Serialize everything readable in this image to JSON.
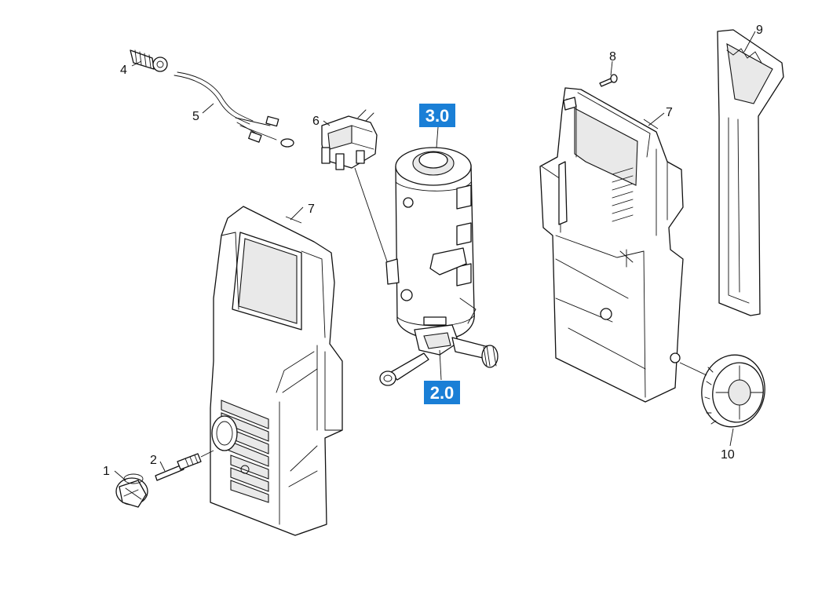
{
  "diagram": {
    "assemblies": [
      "3.0",
      "2.0"
    ],
    "parts": [
      "1",
      "2",
      "4",
      "5",
      "6",
      "7",
      "7",
      "8",
      "9",
      "10"
    ],
    "colors": {
      "badge": "#1a7fd6",
      "badge_text": "#ffffff",
      "line": "#111111",
      "background": "#ffffff"
    }
  }
}
